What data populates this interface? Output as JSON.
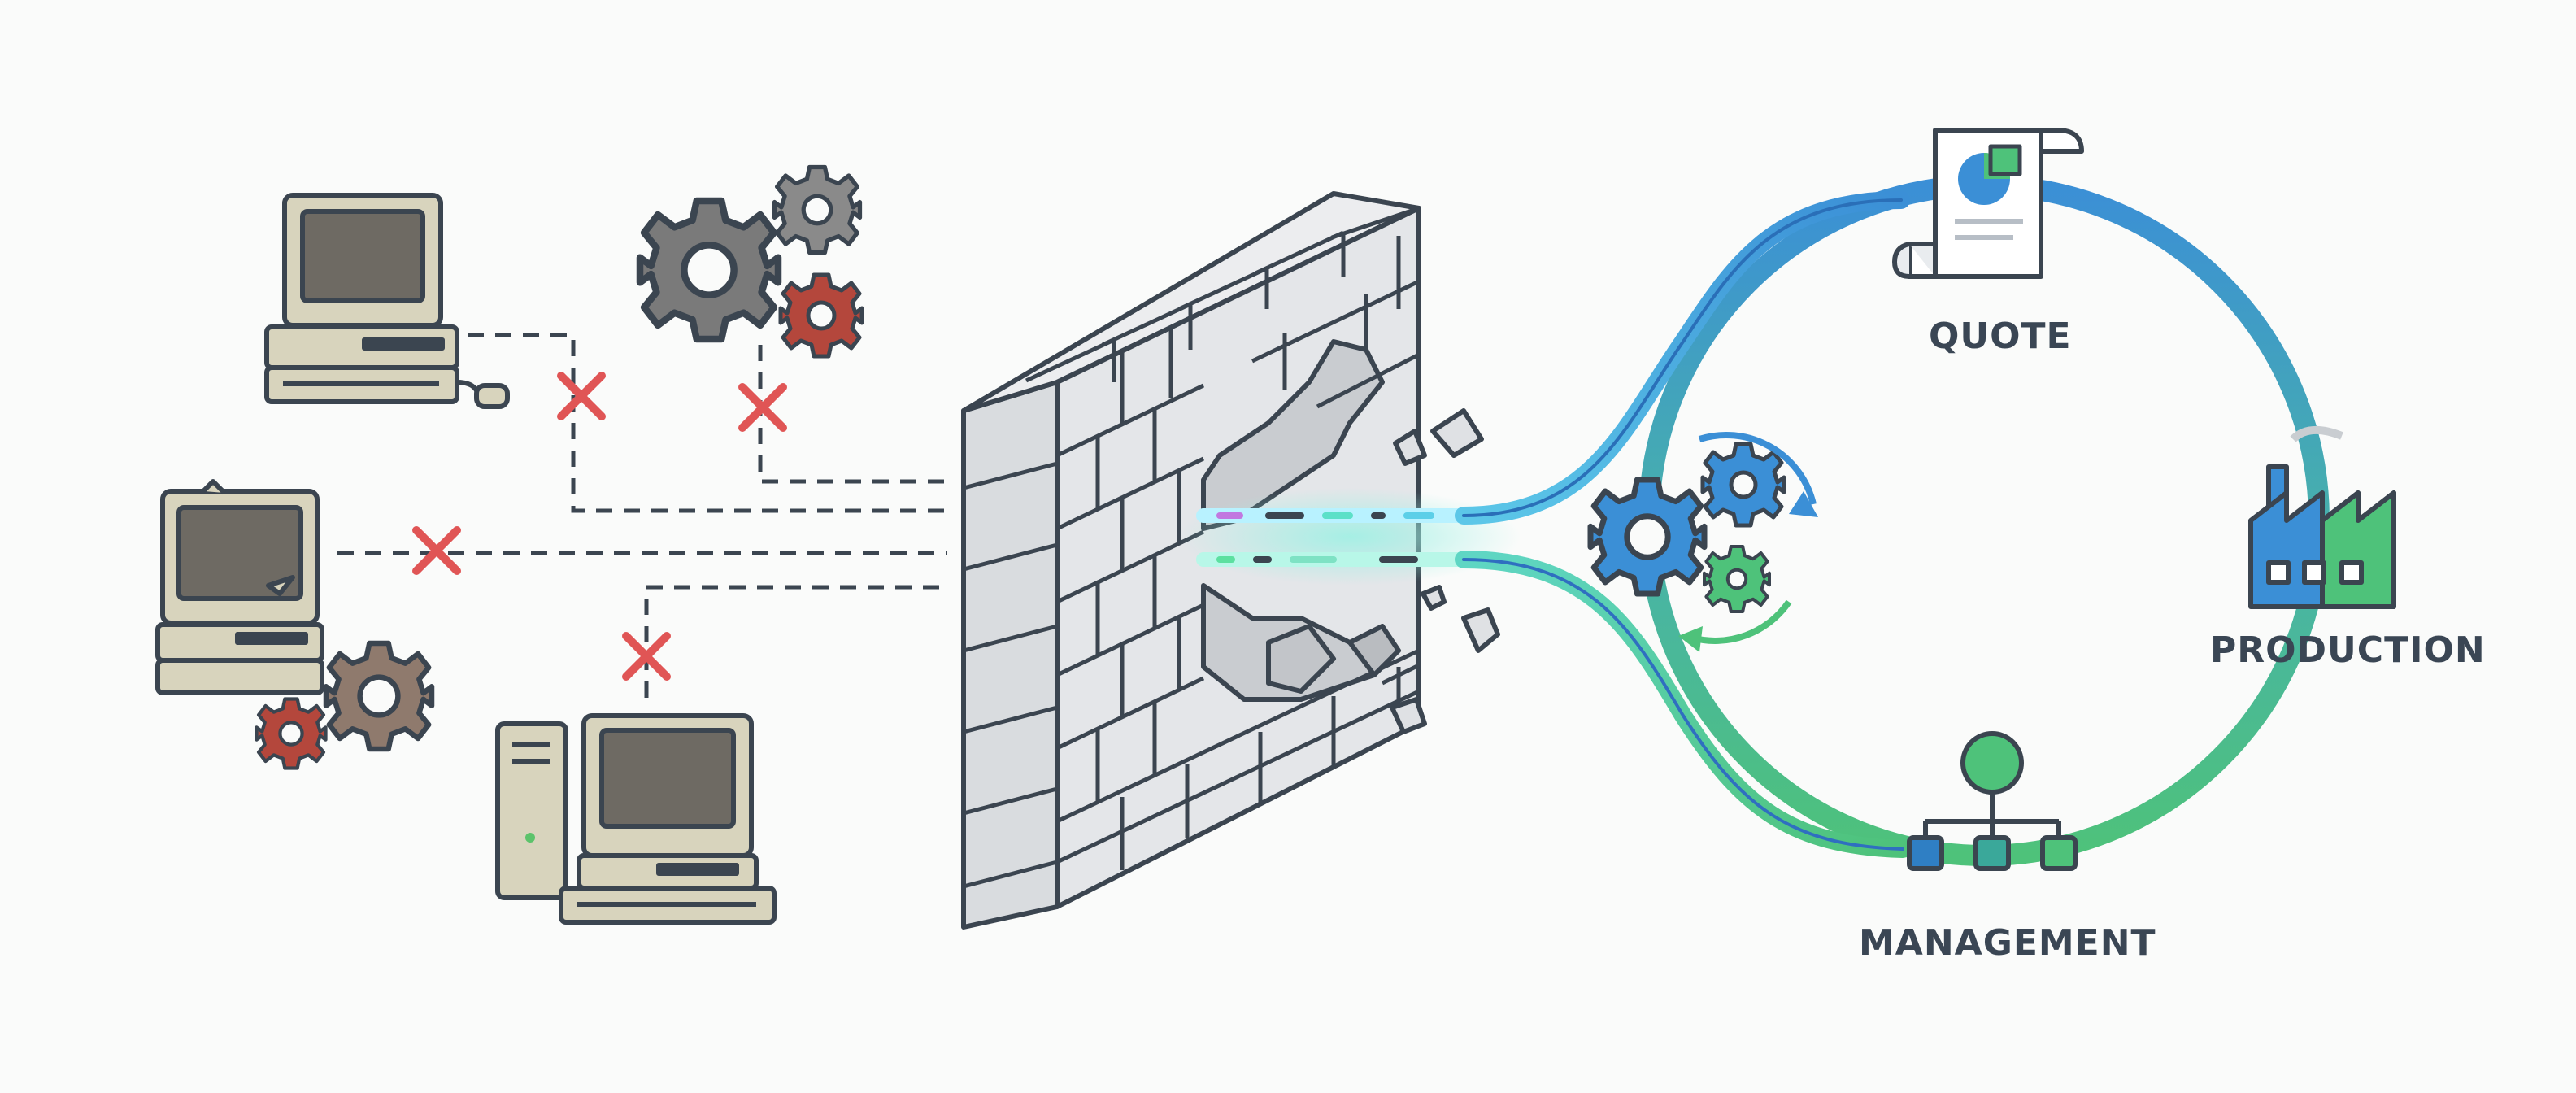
{
  "labels": {
    "quote": "QUOTE",
    "production": "PRODUCTION",
    "management": "MANAGEMENT"
  },
  "colors": {
    "background": "#fafbfa",
    "outline": "#3b4550",
    "blocked_x": "#e05555",
    "link_blue": "#3b8fd6",
    "link_green": "#4ec27a",
    "label_text": "#3a4654",
    "machine_body": "#d8d4bd",
    "screen": "#6e6a63",
    "gear_gray": "#7a7a7a",
    "gear_red": "#b4473c",
    "gear_brown": "#8f7a6d"
  },
  "icons": [
    "legacy-computer-icon",
    "legacy-computer-with-tower-icon",
    "gear-cluster-icon",
    "blocked-x-icon",
    "brick-wall-icon",
    "data-stream-icon",
    "document-chart-icon",
    "factory-icon",
    "org-chart-icon",
    "sync-gears-icon"
  ]
}
